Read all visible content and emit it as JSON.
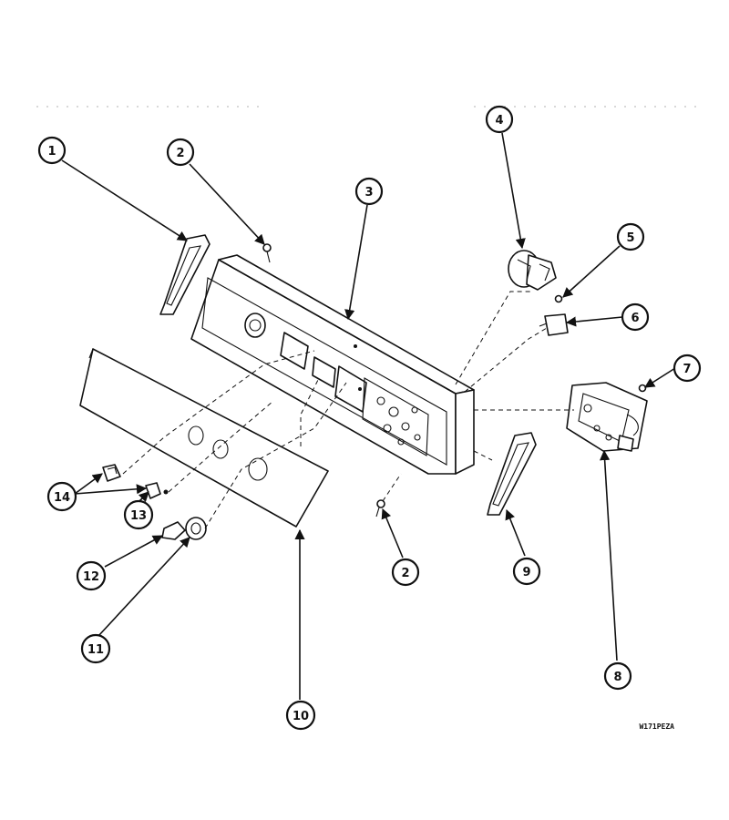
{
  "callouts": [
    "1",
    "2",
    "3",
    "4",
    "5",
    "6",
    "7",
    "2",
    "9",
    "8",
    "10",
    "11",
    "12",
    "13",
    "14"
  ],
  "diagram_code": "W171PEZA"
}
